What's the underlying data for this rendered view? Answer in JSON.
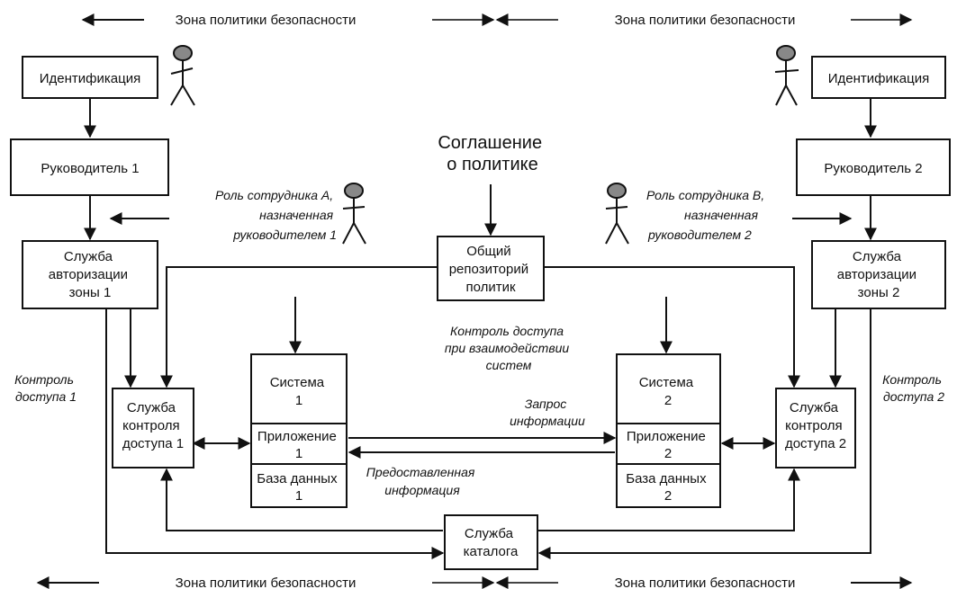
{
  "zones": {
    "top_left": "Зона политики безопасности",
    "top_right": "Зона политики безопасности",
    "bottom_left": "Зона политики безопасности",
    "bottom_right": "Зона политики безопасности"
  },
  "boxes": {
    "ident_left": [
      "Идентификация"
    ],
    "ident_right": [
      "Идентификация"
    ],
    "manager1": [
      "Руководитель 1"
    ],
    "manager2": [
      "Руководитель 2"
    ],
    "auth1": [
      "Служба",
      "авторизации",
      "зоны 1"
    ],
    "auth2": [
      "Служба",
      "авторизации",
      "зоны 2"
    ],
    "repo": [
      "Общий",
      "репозиторий",
      "политик"
    ],
    "acs1": [
      "Служба",
      "контроля",
      "доступа 1"
    ],
    "acs2": [
      "Служба",
      "контроля",
      "доступа 2"
    ],
    "sys1": [
      "Система",
      "1"
    ],
    "app1": [
      "Приложение",
      "1"
    ],
    "db1": [
      "База данных",
      "1"
    ],
    "sys2": [
      "Система",
      "2"
    ],
    "app2": [
      "Приложение",
      "2"
    ],
    "db2": [
      "База данных",
      "2"
    ],
    "catalog": [
      "Служба",
      "каталога"
    ]
  },
  "labels": {
    "agreement": [
      "Соглашение",
      "о политике"
    ],
    "role_a": [
      "Роль сотрудника А,",
      "назначенная",
      "руководителем 1"
    ],
    "role_b": [
      "Роль сотрудника В,",
      "назначенная",
      "руководителем 2"
    ],
    "interaction": [
      "Контроль доступа",
      "при взаимодействии",
      "систем"
    ],
    "request": [
      "Запрос",
      "информации"
    ],
    "provided": [
      "Предоставленная",
      "информация"
    ],
    "ac1": [
      "Контроль",
      "доступа 1"
    ],
    "ac2": [
      "Контроль",
      "доступа 2"
    ]
  }
}
